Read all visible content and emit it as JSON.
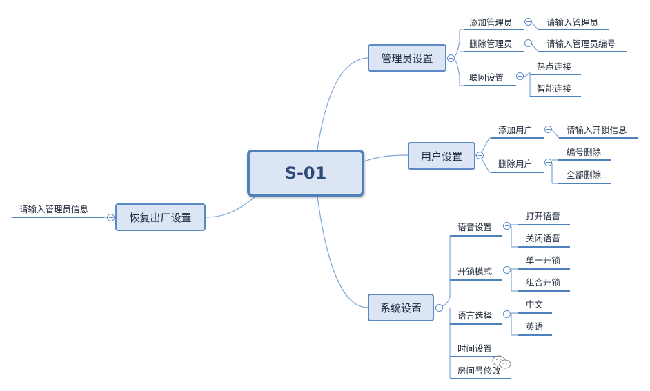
{
  "diagram": {
    "root": "S-01",
    "branches": {
      "admin": "管理员设置",
      "user": "用户设置",
      "system": "系统设置",
      "reset": "恢复出厂设置"
    },
    "admin": {
      "add": "添加管理员",
      "add_child": "请输入管理员",
      "del": "删除管理员",
      "del_child": "请输入管理员编号",
      "net": "联网设置",
      "net_hotspot": "热点连接",
      "net_smart": "智能连接"
    },
    "user": {
      "add": "添加用户",
      "add_child": "请输入开锁信息",
      "del": "删除用户",
      "del_num": "编号删除",
      "del_all": "全部删除"
    },
    "system": {
      "voice": "语音设置",
      "voice_on": "打开语音",
      "voice_off": "关闭语音",
      "unlock": "开锁模式",
      "unlock_single": "单一开锁",
      "unlock_combo": "组合开锁",
      "lang": "语言选择",
      "lang_cn": "中文",
      "lang_en": "英语",
      "time": "时间设置",
      "room": "房间号修改"
    },
    "reset": {
      "child": "请输入管理员信息"
    }
  },
  "colors": {
    "line": "#7ea6d6",
    "underline": "#4f81bd",
    "node_fill": "#dbe5f3",
    "node_border": "#5b8ac6"
  }
}
